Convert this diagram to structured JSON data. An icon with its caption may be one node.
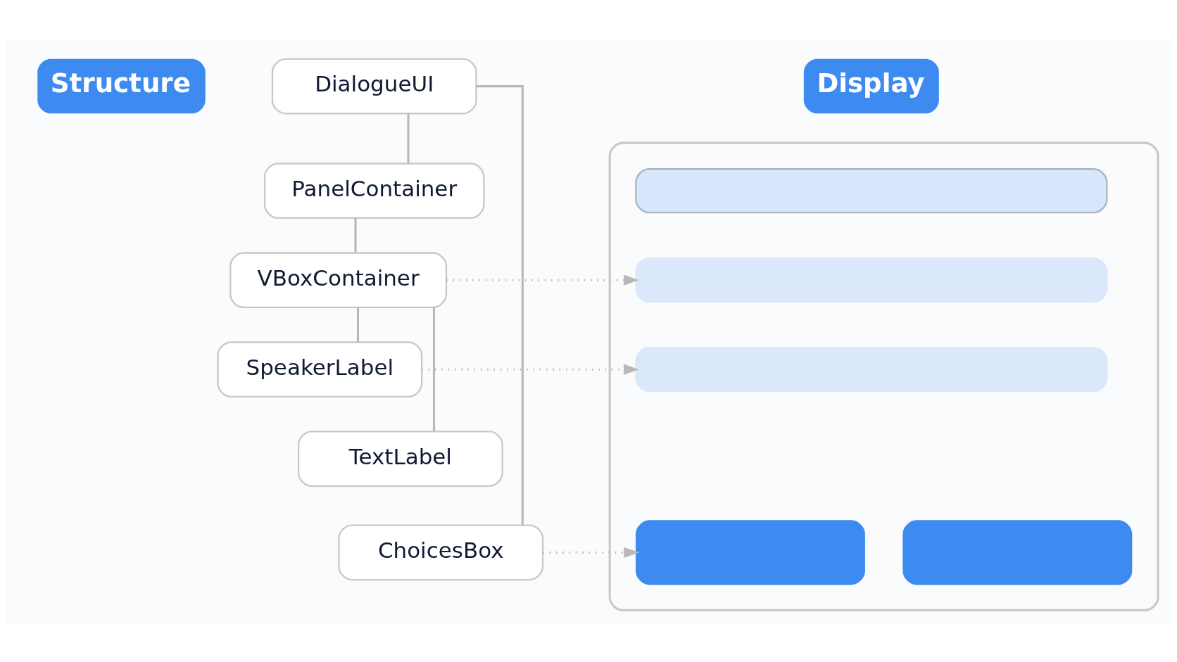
{
  "diagram": {
    "nodes": [
      {
        "text": [
          "DialogueUI"
        ]
      },
      {
        "text": [
          "PanelContainer"
        ]
      },
      {
        "text": [
          "VBoxContainer"
        ]
      },
      {
        "text": [
          "SpeakerLabel"
        ]
      },
      {
        "text": [
          "TextLabel"
        ]
      },
      {
        "text": [
          "ChoicesBox"
        ]
      },
      {
        "text": [],
        "shape": "box"
      },
      {
        "text": [],
        "shape": "bar",
        "in": 6
      },
      {
        "text": [],
        "shape": "bar",
        "in": 6
      },
      {
        "text": [],
        "shape": "bar",
        "in": 6
      },
      {
        "text": [],
        "shape": "box",
        "in": 6
      },
      {
        "text": [],
        "shape": "box",
        "in": 6
      }
    ],
    "edges": [
      {
        "from": 0,
        "to": 1,
        "arrow": "none"
      },
      {
        "from": 0,
        "to": 5,
        "arrow": "none"
      },
      {
        "from": 1,
        "to": 2,
        "arrow": "none"
      },
      {
        "from": 2,
        "to": 3,
        "arrow": "none"
      },
      {
        "from": 2,
        "to": 4,
        "arrow": "none"
      },
      {
        "from": 2,
        "to": 8,
        "arrow": "to",
        "style": "dashed"
      },
      {
        "from": 3,
        "to": 9,
        "arrow": "to",
        "style": "dashed"
      },
      {
        "from": 5,
        "to": 10,
        "arrow": "to",
        "style": "dashed"
      }
    ],
    "labels": [
      "Structure",
      "Display"
    ]
  }
}
